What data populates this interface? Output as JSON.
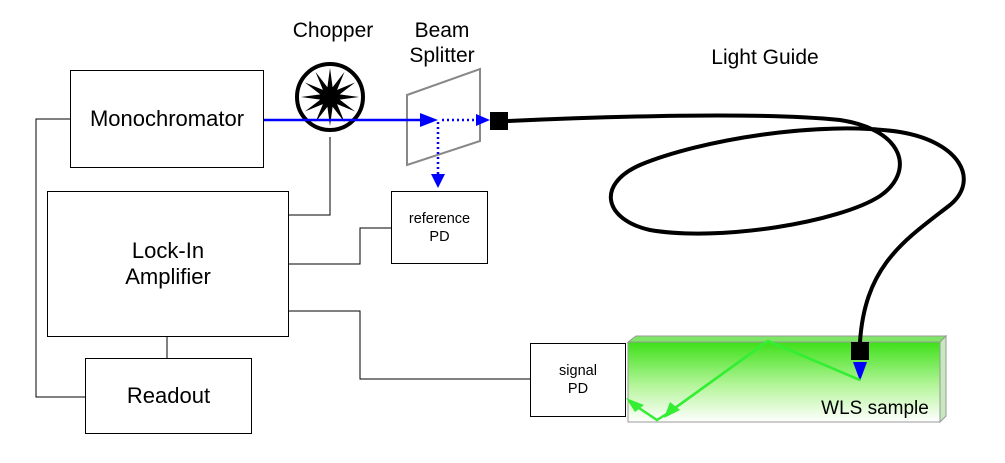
{
  "blocks": {
    "monochromator": "Monochromator",
    "lockin": "Lock-In\nAmplifier",
    "readout": "Readout",
    "reference_pd": "reference\nPD",
    "signal_pd": "signal\nPD"
  },
  "labels": {
    "chopper": "Chopper",
    "beam_splitter": "Beam\nSplitter",
    "light_guide": "Light Guide",
    "wls_sample": "WLS sample"
  },
  "colors": {
    "beam": "#0000ff",
    "wls_light": "#33ee33",
    "sample_top": "#44dd22",
    "sample_bottom": "#ffffff",
    "wire": "#000000",
    "splitter": "#888888"
  }
}
